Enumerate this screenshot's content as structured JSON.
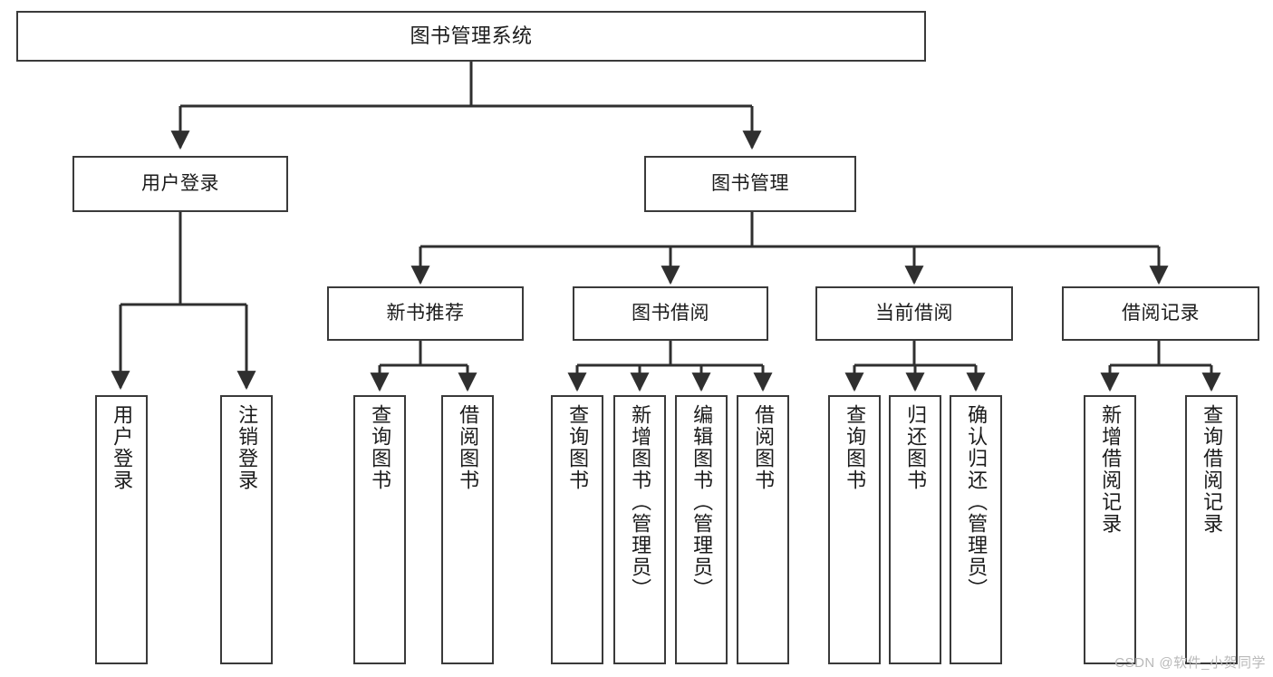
{
  "diagram": {
    "title": "图书管理系统",
    "type": "hierarchy-tree",
    "colors": {
      "box_border": "#3a3a3a",
      "box_fill": "#ffffff",
      "connector": "#2f2f2f",
      "text": "#1b1b1b",
      "watermark": "#b9b9b9",
      "background": "#ffffff"
    },
    "root": {
      "label": "图书管理系统"
    },
    "level2": [
      {
        "label": "用户登录"
      },
      {
        "label": "图书管理"
      }
    ],
    "level3": [
      {
        "label": "新书推荐"
      },
      {
        "label": "图书借阅"
      },
      {
        "label": "当前借阅"
      },
      {
        "label": "借阅记录"
      }
    ],
    "leaves": {
      "user_login": [
        {
          "label": "用户登录"
        },
        {
          "label": "注销登录"
        }
      ],
      "new_book_recommend": [
        {
          "label": "查询图书"
        },
        {
          "label": "借阅图书"
        }
      ],
      "book_borrow": [
        {
          "label": "查询图书"
        },
        {
          "label": "新增图书（管理员）"
        },
        {
          "label": "编辑图书（管理员）"
        },
        {
          "label": "借阅图书"
        }
      ],
      "current_borrow": [
        {
          "label": "查询图书"
        },
        {
          "label": "归还图书"
        },
        {
          "label": "确认归还（管理员）"
        }
      ],
      "borrow_record": [
        {
          "label": "新增借阅记录"
        },
        {
          "label": "查询借阅记录"
        }
      ]
    }
  },
  "watermark": {
    "text": "CSDN @软件_小贺同学"
  }
}
